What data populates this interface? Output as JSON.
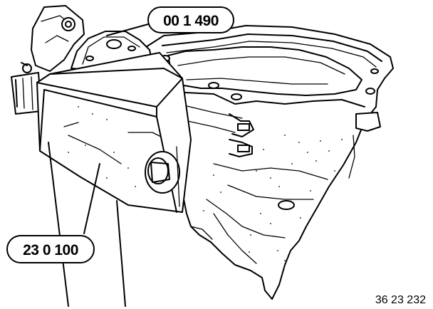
{
  "callouts": {
    "top": "00 1 490",
    "left": "23 0 100"
  },
  "figure_number": "36 23 232"
}
